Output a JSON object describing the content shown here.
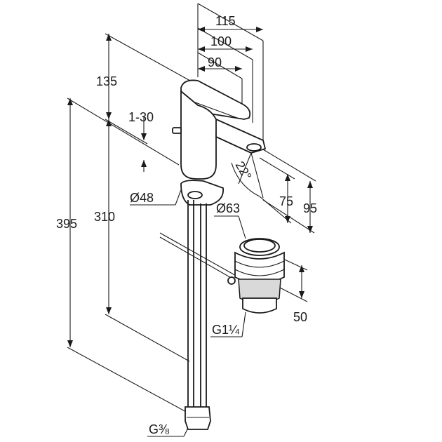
{
  "dimensions": {
    "width_115": "115",
    "width_100": "100",
    "width_90": "90",
    "height_135": "135",
    "lever_range": "1-30",
    "angle_22": "22°",
    "height_75": "75",
    "height_95": "95",
    "diameter_48": "Ø48",
    "diameter_63": "Ø63",
    "height_395": "395",
    "height_310": "310",
    "height_50": "50",
    "thread_g114": "G1¼",
    "thread_g38": "G⅜"
  },
  "colors": {
    "line": "#1a1a1a",
    "shade": "#d9d9d9",
    "background": "#ffffff"
  }
}
